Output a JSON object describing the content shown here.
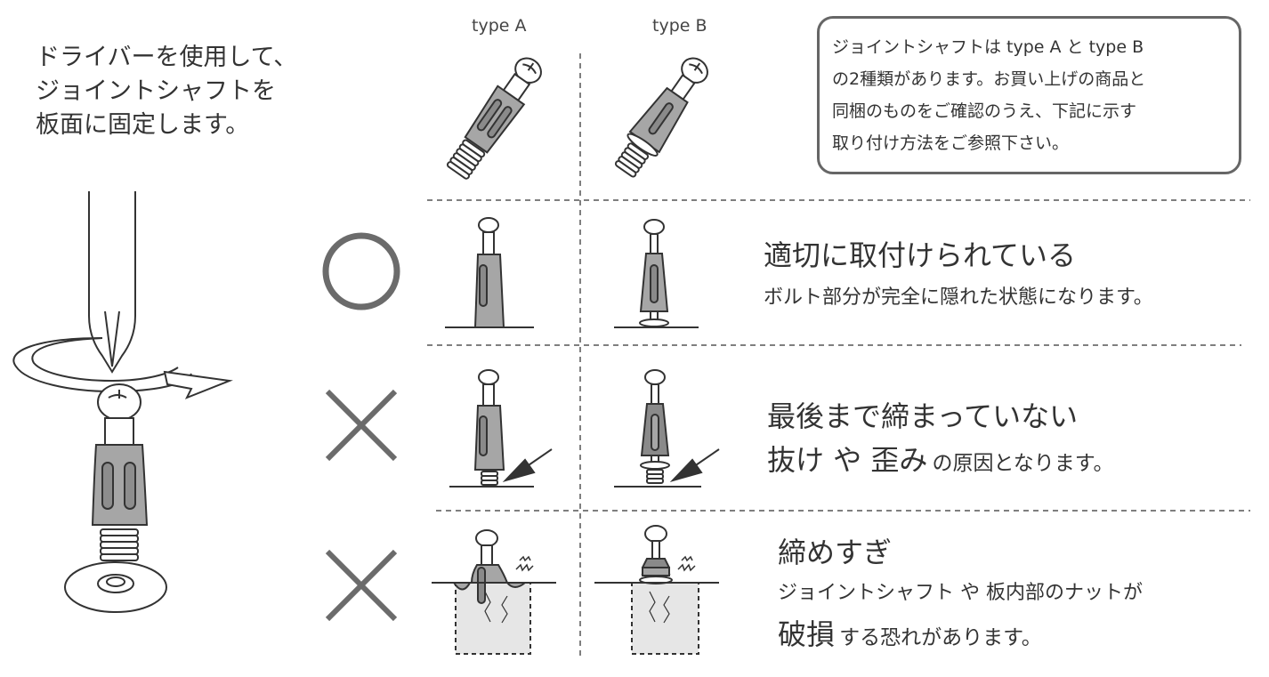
{
  "instruction": {
    "lines": [
      "ドライバーを使用して、",
      "ジョイントシャフトを",
      "板面に固定します。"
    ]
  },
  "types": {
    "a": "type A",
    "b": "type B"
  },
  "note": {
    "lines": [
      "ジョイントシャフトは type A と type B",
      "の2種類があります。お買い上げの商品と",
      "同梱のものをご確認のうえ、下記に示す",
      "取り付け方法をご参照下さい。"
    ]
  },
  "rows": [
    {
      "mark": "circle-mark",
      "title": "適切に取付けられている",
      "desc": "ボルト部分が完全に隠れた状態になります。"
    },
    {
      "mark": "cross-mark",
      "title": "最後まで締まっていない",
      "desc_part1": "抜け や 歪み",
      "desc_part2": "の原因となります。"
    },
    {
      "mark": "cross-mark",
      "title": "締めすぎ",
      "desc_line1": "ジョイントシャフト や 板内部のナットが",
      "desc_line2_part1": "破損",
      "desc_line2_part2": "する恐れがあります。"
    }
  ],
  "colors": {
    "shaft": "#a6a6a6",
    "line": "#333333",
    "mark": "#6b6b6b",
    "board": "#e6e6e6"
  }
}
